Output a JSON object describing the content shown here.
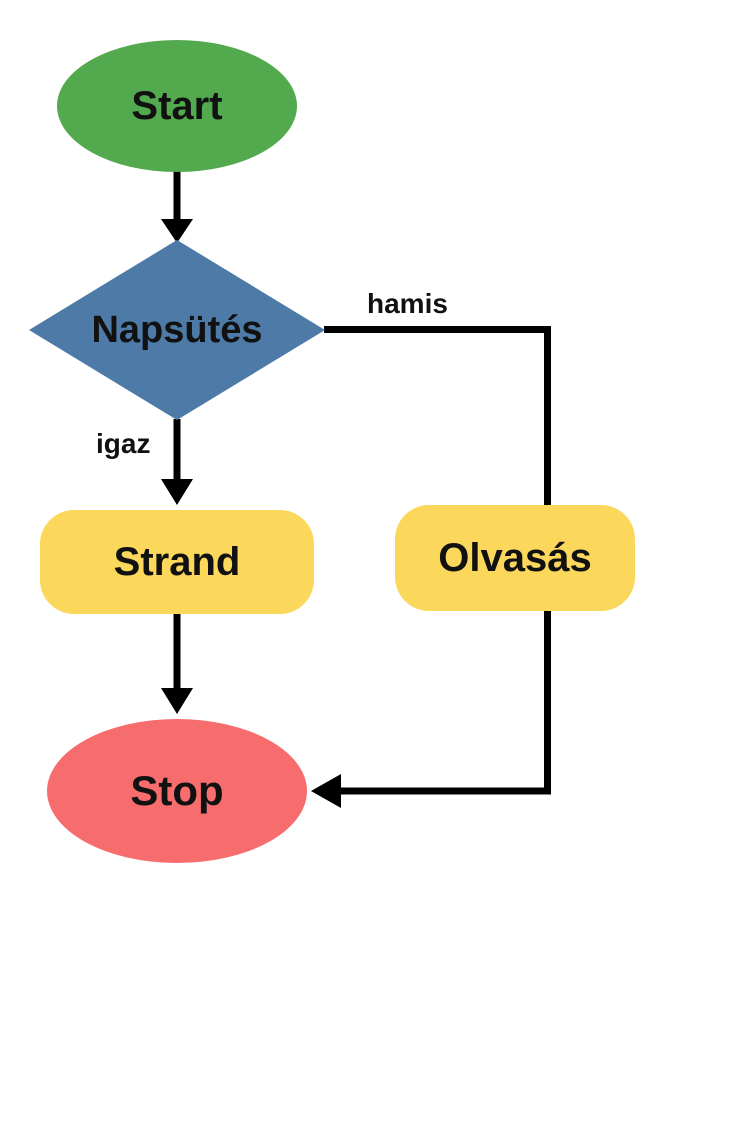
{
  "colors": {
    "green": "#53a94e",
    "blue": "#4d7aa6",
    "yellow": "#fbd75c",
    "red": "#f76c6c",
    "line": "#000000",
    "text": "#111111",
    "background": "#ffffff"
  },
  "flowchart": {
    "start": {
      "label": "Start",
      "shape": "ellipse"
    },
    "decision": {
      "label": "Napsütés",
      "shape": "diamond"
    },
    "branch_true": {
      "label": "igaz"
    },
    "branch_false": {
      "label": "hamis"
    },
    "process_true": {
      "label": "Strand",
      "shape": "rounded-rect"
    },
    "process_false": {
      "label": "Olvasás",
      "shape": "rounded-rect"
    },
    "stop": {
      "label": "Stop",
      "shape": "ellipse"
    }
  }
}
